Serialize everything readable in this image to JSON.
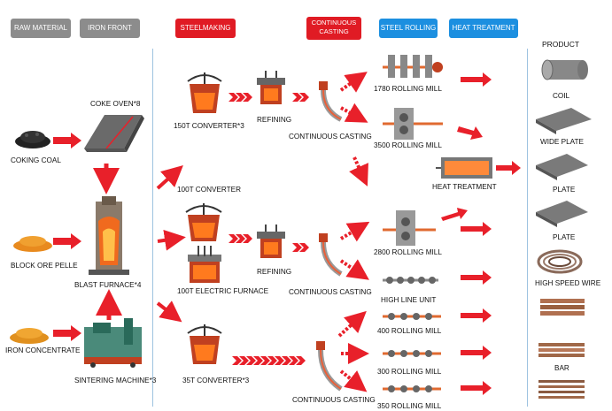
{
  "headers": {
    "raw_material": "RAW MATERIAL",
    "iron_front": "IRON FRONT",
    "steelmaking": "STEELMAKING",
    "continuous_casting_1": "CONTINUOUS",
    "continuous_casting_2": "CASTING",
    "steel_rolling": "STEEL ROLLING",
    "heat_treatment": "HEAT TREATMENT",
    "product": "PRODUCT"
  },
  "raw": {
    "coking_coal": "COKING COAL",
    "block_ore": "BLOCK ORE PELLE",
    "iron_concentrate": "IRON CONCENTRATE"
  },
  "iron": {
    "coke_oven": "COKE OVEN*8",
    "blast_furnace": "BLAST FURNACE*4",
    "sintering": "SINTERING MACHINE*3"
  },
  "steel": {
    "converter150": "150T CONVERTER*3",
    "converter100": "100T CONVERTER",
    "electric": "100T  ELECTRIC FURNACE",
    "converter35": "35T CONVERTER*3",
    "refining1": "REFINING",
    "refining2": "REFINING"
  },
  "casting": {
    "cc1": "CONTINUOUS CASTING",
    "cc2": "CONTINUOUS CASTING",
    "cc3": "CONTINUOUS CASTING"
  },
  "rolling": {
    "m1780": "1780 ROLLING MILL",
    "m3500": "3500 ROLLING MILL",
    "heat": "HEAT TREATMENT",
    "m2800": "2800 ROLLING MILL",
    "highline": "HIGH LINE UNIT",
    "m400": "400 ROLLING MILL",
    "m300": "300 ROLLING MILL",
    "m350": "350 ROLLING MILL"
  },
  "products": {
    "coil": "COIL",
    "wide_plate": "WIDE PLATE",
    "plate1": "PLATE",
    "plate2": "PLATE",
    "wire": "HIGH SPEED WIRE",
    "bar": "BAR"
  },
  "colors": {
    "arrow": "#e8202a",
    "hdr_grey": "#8c8c8c",
    "hdr_red": "#e01b24",
    "hdr_blue": "#1c8fe0"
  }
}
